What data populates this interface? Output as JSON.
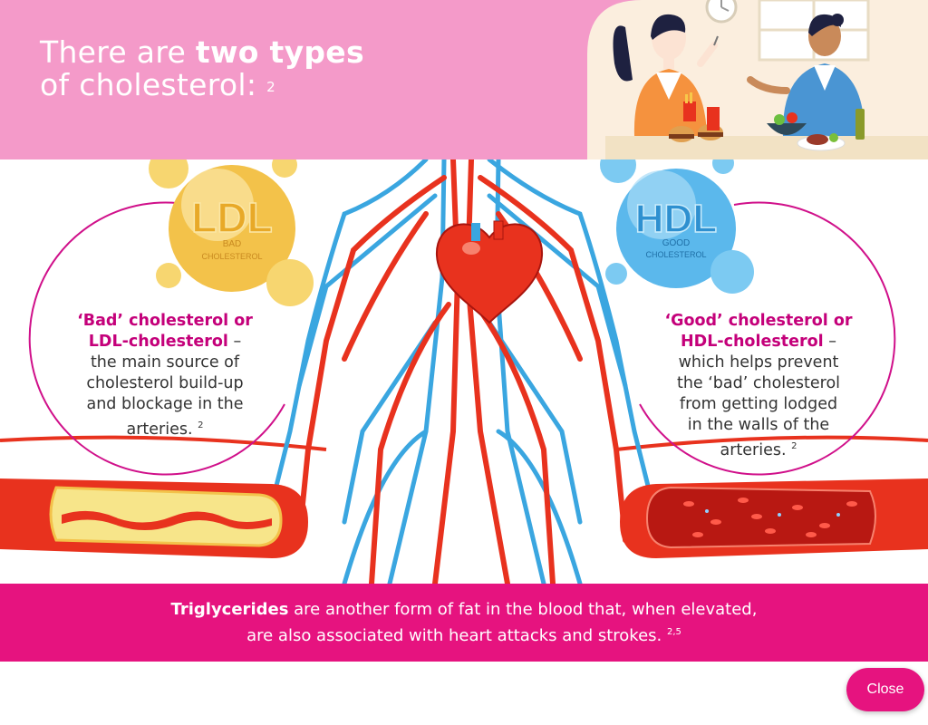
{
  "header": {
    "title_pre": "There are ",
    "title_bold": "two types",
    "title_line2": "of cholesterol:",
    "title_ref": "2"
  },
  "ldl": {
    "bubble_big": "LDL",
    "bubble_sub1": "BAD",
    "bubble_sub2": "CHOLESTEROL",
    "hl_line1": "‘Bad’ cholesterol or",
    "hl_line2": "LDL-cholesterol",
    "dash": " –",
    "line3": "the main source of",
    "line4": "cholesterol build-up",
    "line5": "and blockage in the",
    "line6": "arteries.",
    "ref": "2"
  },
  "hdl": {
    "bubble_big": "HDL",
    "bubble_sub1": "GOOD",
    "bubble_sub2": "CHOLESTEROL",
    "hl_line1": "‘Good’ cholesterol or",
    "hl_line2": "HDL-cholesterol",
    "dash": " –",
    "line3": "which helps prevent",
    "line4": "the ‘bad’ cholesterol",
    "line5": "from getting lodged",
    "line6": "in the walls of the",
    "line7": "arteries.",
    "ref": "2"
  },
  "footer": {
    "bold": "Triglycerides",
    "rest1": " are another form of fat in the blood that, when elevated,",
    "line2": "are also associated with heart attacks and strokes.",
    "ref": "2,5"
  },
  "close_label": "Close",
  "colors": {
    "header_pink": "#f49ac9",
    "accent_magenta": "#e6137f",
    "highlight_text": "#c4007a",
    "artery_red": "#e8321e",
    "vein_blue": "#3aa6e0",
    "ldl_gold": "#f3c24a",
    "hdl_blue": "#5bb8ec"
  }
}
